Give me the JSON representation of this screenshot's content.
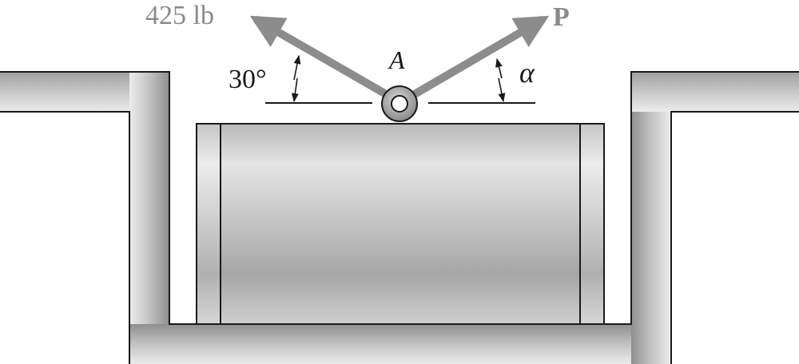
{
  "diagram": {
    "point_label": "A",
    "force_left": {
      "label": "425 lb",
      "angle_label": "30°",
      "angle_deg": 30
    },
    "force_right": {
      "label": "P",
      "angle_label": "α"
    }
  },
  "colors": {
    "arrow": "#8c8c8c",
    "arrow_label": "#8a8a8a",
    "text": "#1a1a1a",
    "line": "#1a1a1a",
    "channel_light": "#e8e8e8",
    "channel_dark": "#8f8f8f",
    "cylinder_light": "#e6e6e6",
    "cylinder_dark": "#9a9a9a"
  }
}
